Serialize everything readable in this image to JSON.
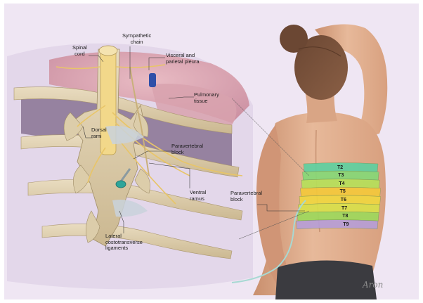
{
  "labels": {
    "spinal_cord": [
      "Spinal",
      "cord"
    ],
    "sympathetic_chain": [
      "Sympathetic",
      "chain"
    ],
    "pleura": [
      "Visceral and",
      "parietal pleura"
    ],
    "pulmonary": [
      "Pulmonary",
      "tissue"
    ],
    "dorsal_rami": [
      "Dorsal",
      "rami"
    ],
    "pv_block_inset": [
      "Paravertebral",
      "block"
    ],
    "ventral_ramus": [
      "Ventral",
      "ramus"
    ],
    "lat_costo": [
      "Lateral",
      "costotransverse",
      "ligaments"
    ],
    "pv_block_back": [
      "Paravertebral",
      "block"
    ]
  },
  "dermatomes": [
    {
      "label": "T2",
      "color": "#5fd0a0"
    },
    {
      "label": "T3",
      "color": "#86d877"
    },
    {
      "label": "T4",
      "color": "#b6e05a"
    },
    {
      "label": "T5",
      "color": "#f4c83b"
    },
    {
      "label": "T6",
      "color": "#f0d640"
    },
    {
      "label": "T7",
      "color": "#d9e04a"
    },
    {
      "label": "T8",
      "color": "#9ed85c"
    },
    {
      "label": "T9",
      "color": "#b79ed6"
    }
  ],
  "signature": "Aron"
}
